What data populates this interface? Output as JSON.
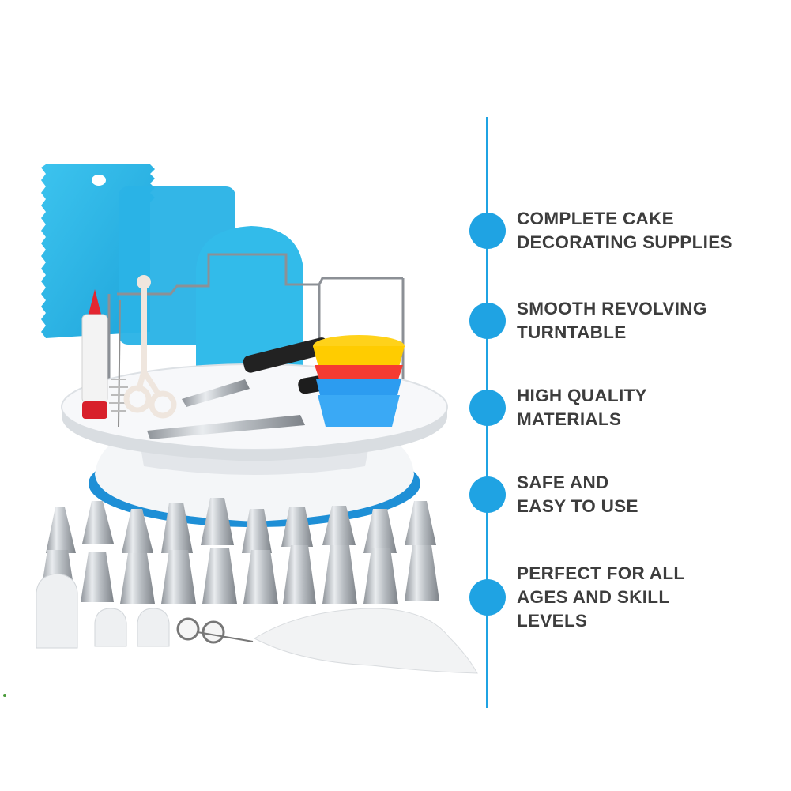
{
  "accent_color": "#1fa3e3",
  "text_color": "#3d3d3d",
  "features": [
    {
      "icon": "bullet-dot-icon",
      "text": "COMPLETE CAKE\nDECORATING SUPPLIES"
    },
    {
      "icon": "bullet-dot-icon",
      "text": "SMOOTH REVOLVING\nTURNTABLE"
    },
    {
      "icon": "bullet-dot-icon",
      "text": "HIGH QUALITY\nMATERIALS"
    },
    {
      "icon": "bullet-dot-icon",
      "text": "SAFE AND\nEASY TO USE"
    },
    {
      "icon": "bullet-dot-icon",
      "text": "PERFECT FOR ALL\nAGES AND SKILL\nLEVELS"
    }
  ]
}
